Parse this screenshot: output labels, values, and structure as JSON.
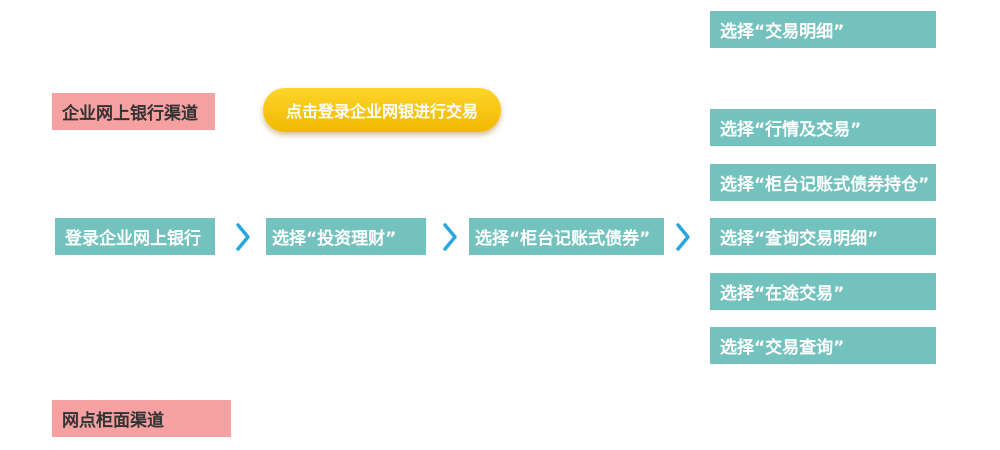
{
  "channels": {
    "online": "企业网上银行渠道",
    "counter": "网点柜面渠道"
  },
  "action_button": "点击登录企业网银进行交易",
  "flow_steps": [
    "登录企业网上银行",
    "选择“投资理财”",
    "选择“柜台记账式债券”"
  ],
  "options": [
    "选择“交易明细”",
    "选择“行情及交易”",
    "选择“柜台记账式债券持仓”",
    "选择“查询交易明细”",
    "选择“在途交易”",
    "选择“交易查询”"
  ],
  "colors": {
    "step": "#74c2bd",
    "channel": "#f5a0a1",
    "button": "#f7c400",
    "arrow": "#29a8e0"
  },
  "icons": {
    "arrow": "chevron-right-icon"
  }
}
